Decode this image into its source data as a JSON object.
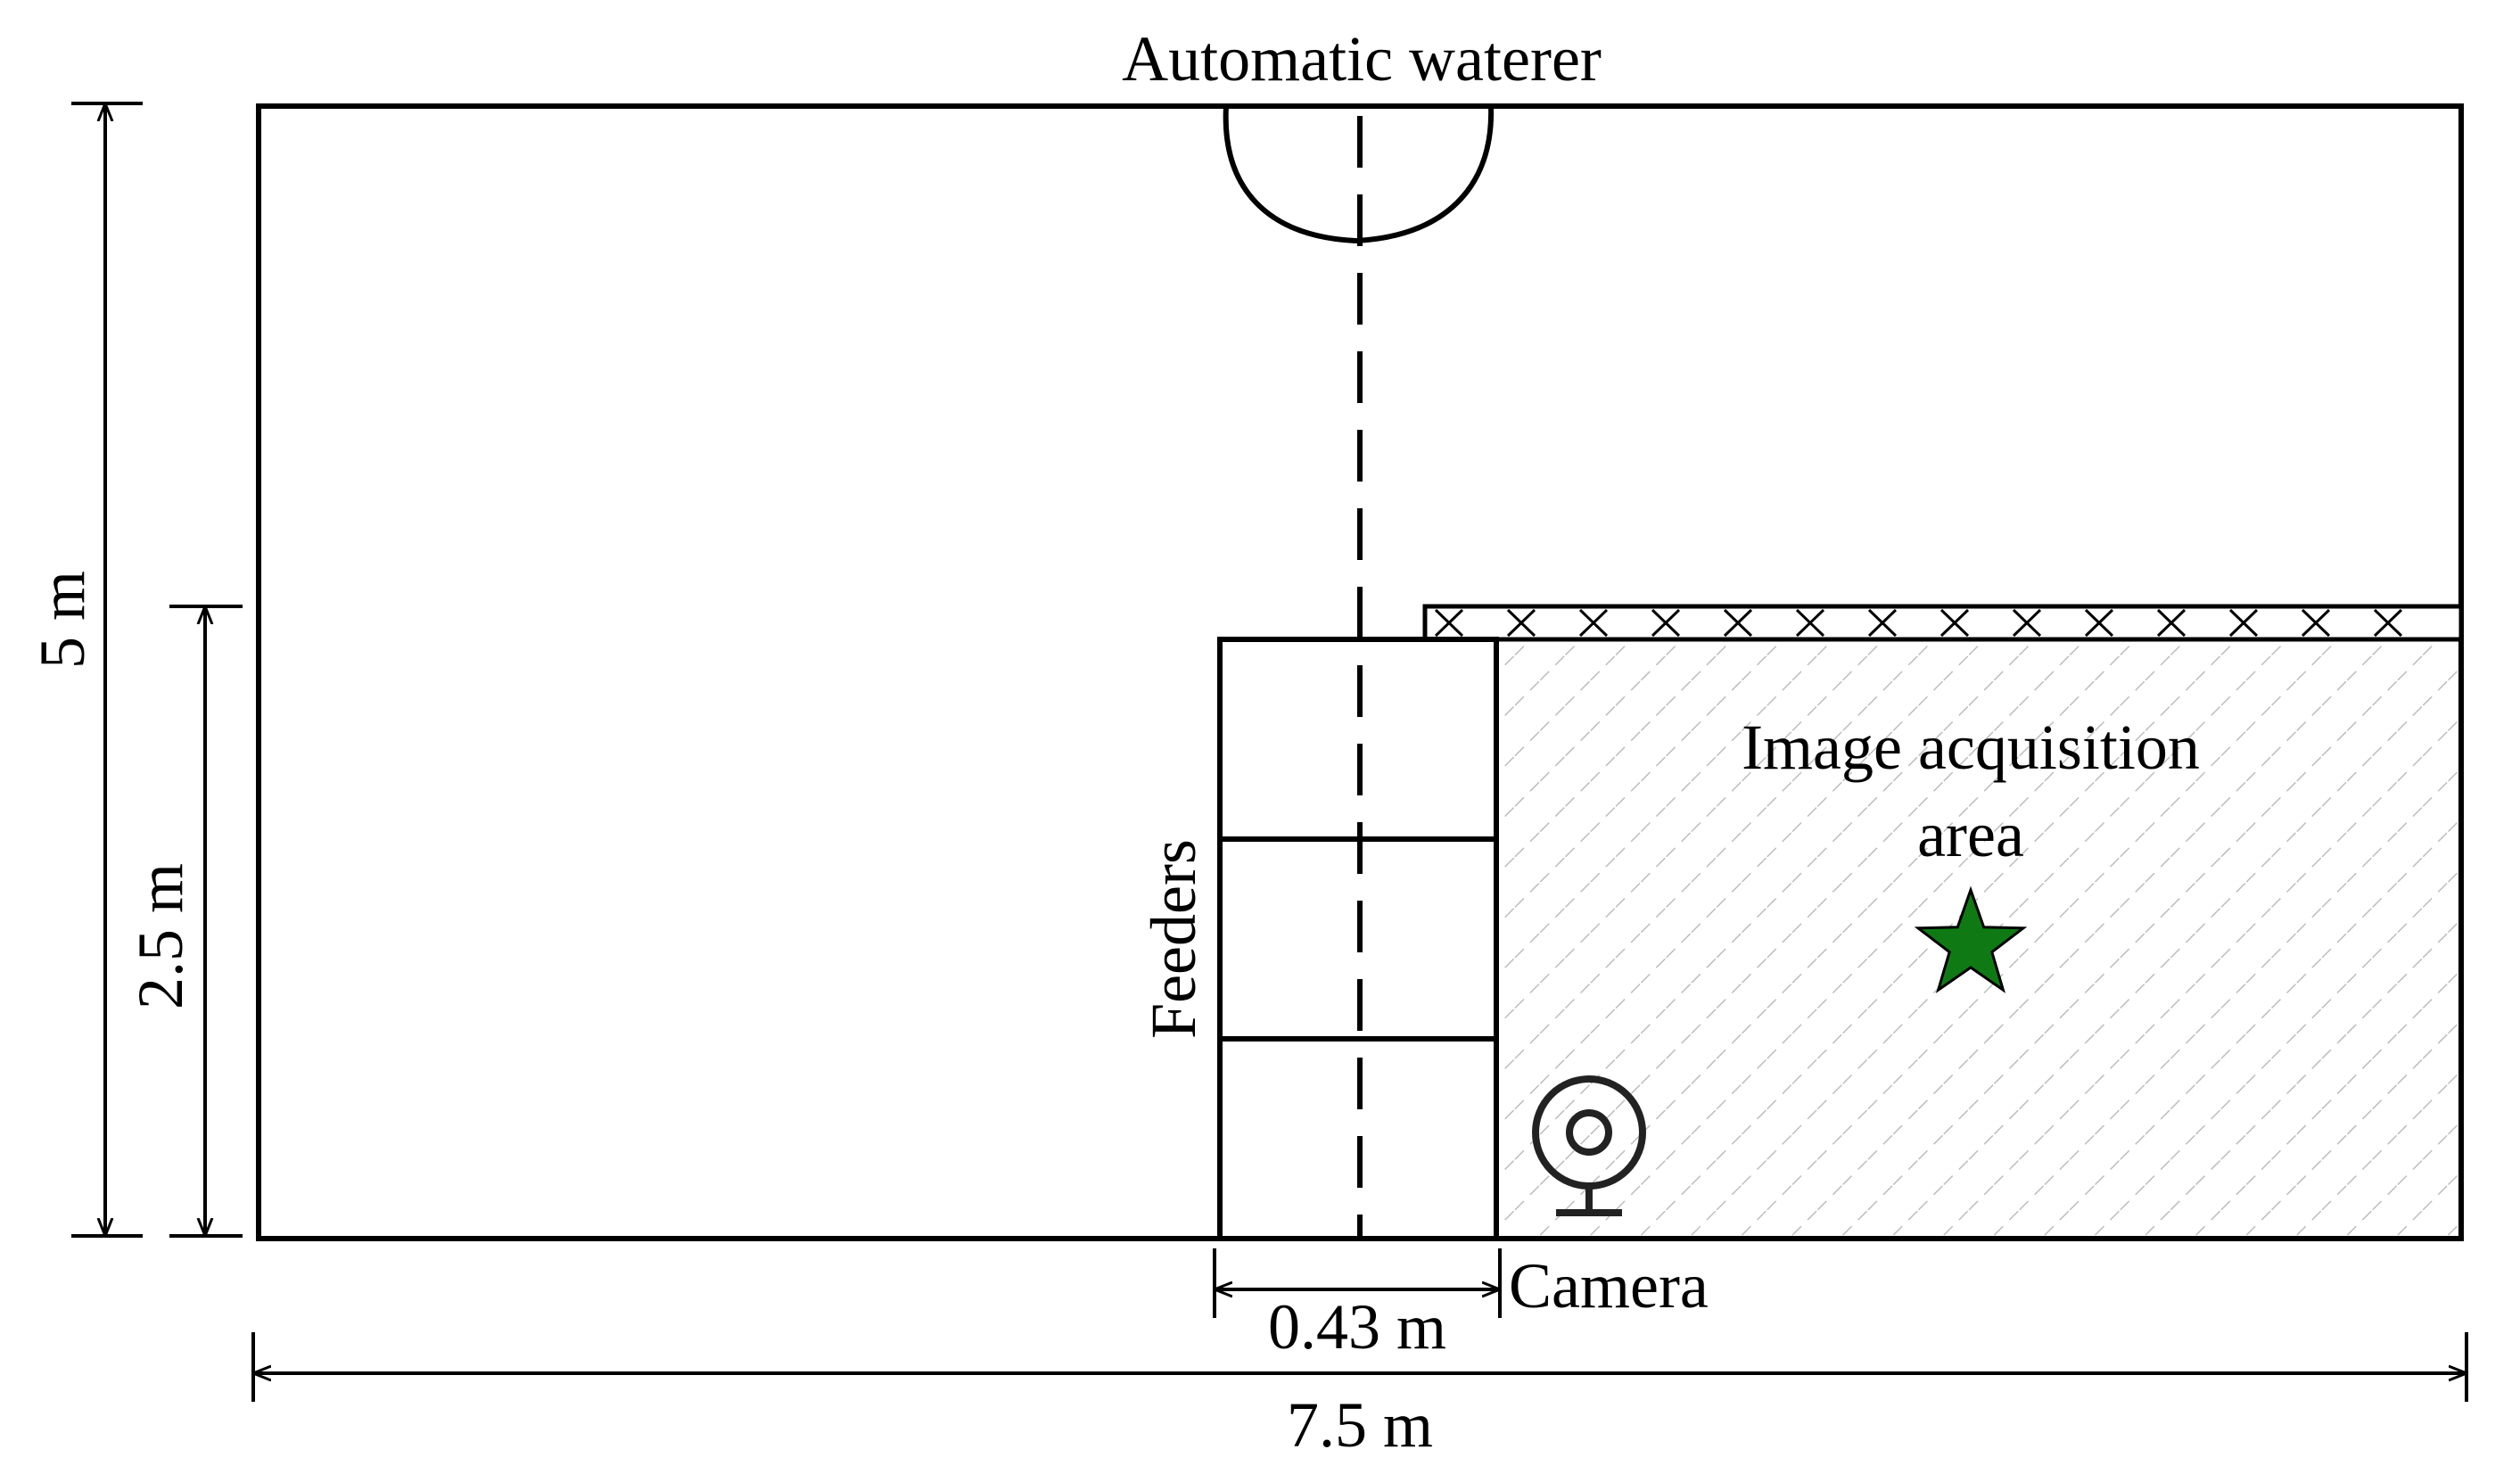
{
  "diagram": {
    "labels": {
      "waterer": "Automatic waterer",
      "feeders": "Feeders",
      "acquisition_area_line1": "Image acquisition",
      "acquisition_area_line2": "area",
      "camera": "Camera"
    },
    "dimensions": {
      "pen_depth": "5 m",
      "area_depth": "2.5 m",
      "feeder_width": "0.43 m",
      "pen_width": "7.5 m"
    },
    "icons": {
      "camera": "webcam-icon",
      "target": "star-icon"
    },
    "colors": {
      "star": "#0f7a14",
      "line": "#000000",
      "hatch": "#bdbdbd"
    }
  }
}
